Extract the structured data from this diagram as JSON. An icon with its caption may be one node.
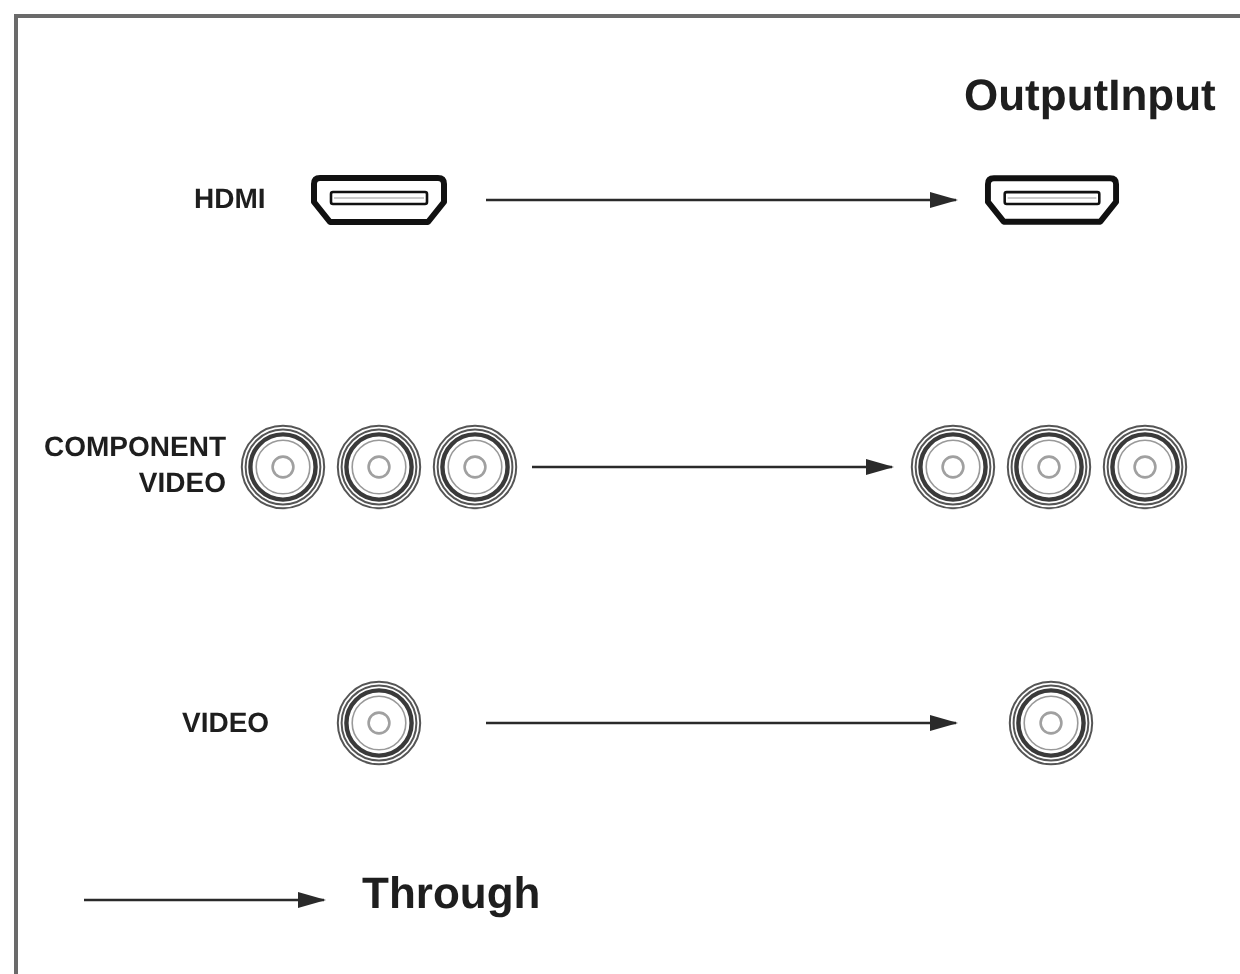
{
  "diagram": {
    "nodes": [
      {
        "text": [],
        "shape": "picture",
        "beside": [
          "HDMI"
        ]
      },
      {
        "text": [],
        "shape": "picture",
        "beside": [
          "OutputInput"
        ]
      },
      {
        "text": [],
        "shape": "picture",
        "beside": [
          "COMPONENT VIDEO"
        ]
      },
      {
        "text": [],
        "shape": "picture"
      },
      {
        "text": [],
        "shape": "picture",
        "beside": [
          "VIDEO"
        ]
      },
      {
        "text": [],
        "shape": "picture"
      }
    ],
    "edges": [
      {
        "from": 0,
        "to": 1,
        "arrow": "to"
      },
      {
        "from": 2,
        "to": 3,
        "arrow": "to"
      },
      {
        "from": 4,
        "to": 5,
        "arrow": "to"
      }
    ],
    "legend": [
      {
        "text": "Through"
      }
    ]
  }
}
